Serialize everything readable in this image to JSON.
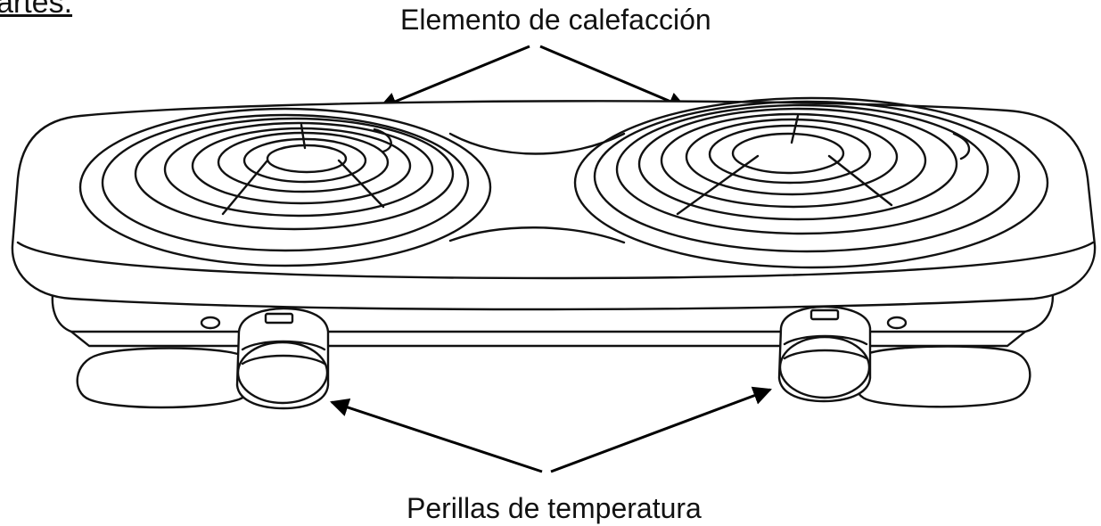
{
  "header_fragment": "artes.",
  "labels": {
    "top": "Elemento de calefacción",
    "bottom": "Perillas de temperatura"
  }
}
